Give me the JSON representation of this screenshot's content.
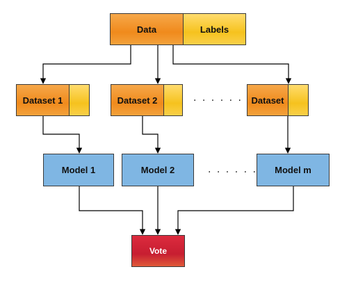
{
  "top": {
    "data_label": "Data",
    "labels_label": "Labels"
  },
  "datasets": [
    {
      "label": "Dataset 1"
    },
    {
      "label": "Dataset 2"
    },
    {
      "label": "Dataset"
    }
  ],
  "models": [
    {
      "label": "Model 1"
    },
    {
      "label": "Model 2"
    },
    {
      "label": "Model m"
    }
  ],
  "ellipsis": ". . . . . .",
  "vote_label": "Vote",
  "colors": {
    "data_box": "#f08a1c",
    "labels_box": "#f6c21e",
    "model_box": "#7fb6e3",
    "vote_box": "#c71e31",
    "line": "#000000"
  }
}
